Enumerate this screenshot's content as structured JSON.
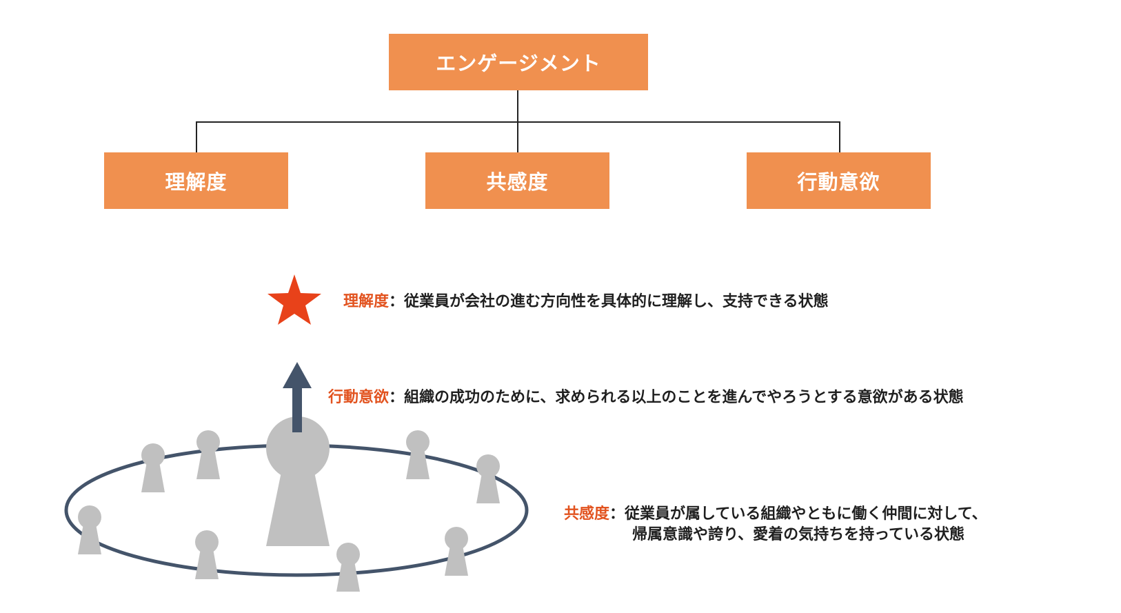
{
  "tree": {
    "root": "エンゲージメント",
    "children": [
      "理解度",
      "共感度",
      "行動意欲"
    ]
  },
  "descriptions": {
    "understanding": {
      "term": "理解度",
      "colon": "：",
      "text": "従業員が会社の進む方向性を具体的に理解し、支持できる状態"
    },
    "motivation": {
      "term": "行動意欲",
      "colon": "：",
      "text": "組織の成功のために、求められる以上のことを進んでやろうとする意欲がある状態"
    },
    "empathy": {
      "term": "共感度",
      "colon": "：",
      "line1": "従業員が属している組織やともに働く仲間に対して、",
      "line2": "帰属意識や誇り、愛着の気持ちを持っている状態"
    }
  },
  "colors": {
    "box_fill": "#f0904f",
    "box_text": "#ffffff",
    "term_accent": "#e2531f",
    "star": "#e8421a",
    "arrow": "#44546a",
    "ring": "#44546a",
    "figure": "#c0c0c0"
  },
  "icons": [
    "star-icon",
    "up-arrow-icon",
    "person-figure-icon"
  ]
}
